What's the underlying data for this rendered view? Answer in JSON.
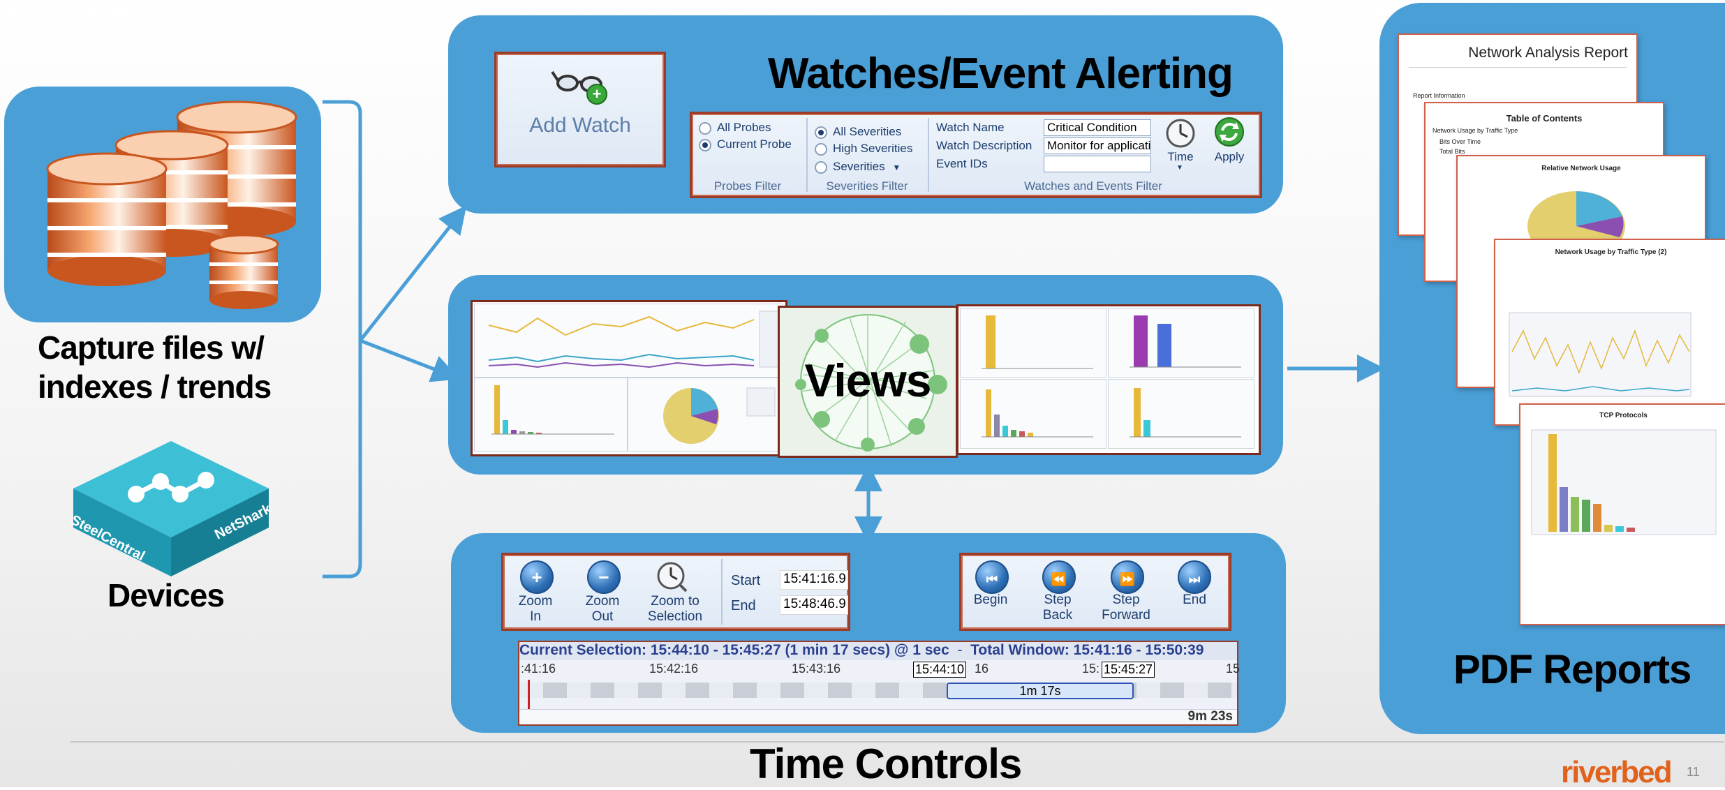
{
  "sources": {
    "capture_files_label": "Capture files w/\nindexes / trends",
    "devices_label": "Devices",
    "device_text_left": "SteelCentral",
    "device_text_right": "NetShark"
  },
  "watches": {
    "title": "Watches/Event Alerting",
    "add_watch_label": "Add Watch",
    "probes": {
      "options": [
        "All Probes",
        "Current Probe"
      ],
      "group_label": "Probes Filter"
    },
    "severities": {
      "options": [
        "All Severities",
        "High Severities",
        "Severities"
      ],
      "group_label": "Severities Filter"
    },
    "fields": {
      "watch_name_label": "Watch Name",
      "watch_name_value": "Critical Condition",
      "watch_description_label": "Watch Description",
      "watch_description_value": "Monitor for applicatio",
      "event_ids_label": "Event IDs",
      "event_ids_value": ""
    },
    "time_label": "Time",
    "apply_label": "Apply",
    "group_label": "Watches and Events Filter"
  },
  "views": {
    "label": "Views"
  },
  "time_controls": {
    "zoom_in_label": "Zoom\nIn",
    "zoom_out_label": "Zoom\nOut",
    "zoom_selection_label": "Zoom to\nSelection",
    "start_label": "Start",
    "start_value": "15:41:16.9",
    "end_label": "End",
    "end_value": "15:48:46.9",
    "begin_label": "Begin",
    "step_back_label": "Step\nBack",
    "step_forward_label": "Step\nForward",
    "end_button_label": "End",
    "selection_text": "Current Selection: 15:44:10 - 15:45:27 (1 min 17 secs) @ 1 sec",
    "total_window_text": "Total Window: 15:41:16 - 15:50:39",
    "ticks": [
      ":41:16",
      "15:42:16",
      "15:43:16",
      "15:44:10",
      "16",
      "15:",
      "15:45:27",
      "15"
    ],
    "selection_duration": "1m 17s",
    "total_duration": "9m 23s",
    "title": "Time Controls"
  },
  "reports": {
    "title": "PDF Reports",
    "report_title": "Network Analysis Report",
    "toc_title": "Table of Contents",
    "page2_title": "Relative Network Usage",
    "page3_title": "Network Usage by Traffic Type (2)",
    "page4_title": "TCP Protocols"
  },
  "footer": {
    "logo_text": "riverbed",
    "page_number": "11"
  },
  "colors": {
    "panel_blue": "#4a9fd7",
    "arrow_blue": "#4a9fd7",
    "logo_orange": "#e0621c",
    "toolbar_text": "#1c3d6e"
  }
}
